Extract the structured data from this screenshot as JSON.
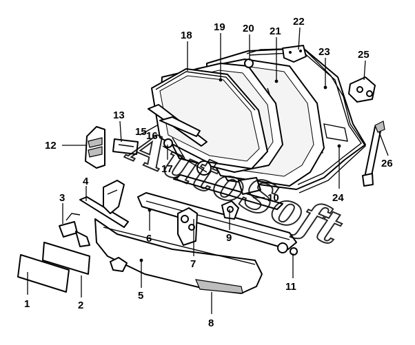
{
  "callouts": {
    "p1": "1",
    "p2": "2",
    "p3": "3",
    "p4": "4",
    "p5": "5",
    "p6": "6",
    "p7": "7",
    "p8": "8",
    "p9": "9",
    "p10": "10",
    "p11": "11",
    "p12": "12",
    "p13": "13",
    "p15": "15",
    "p16": "16",
    "p17": "17",
    "p18": "18",
    "p19": "19",
    "p20": "20",
    "p21": "21",
    "p22": "22",
    "p23": "23",
    "p24": "24",
    "p25": "25",
    "p26": "26"
  },
  "watermark": "AutoSoft",
  "colors": {
    "ink": "#000000",
    "background": "#ffffff",
    "shade": "#bdbdbd"
  }
}
